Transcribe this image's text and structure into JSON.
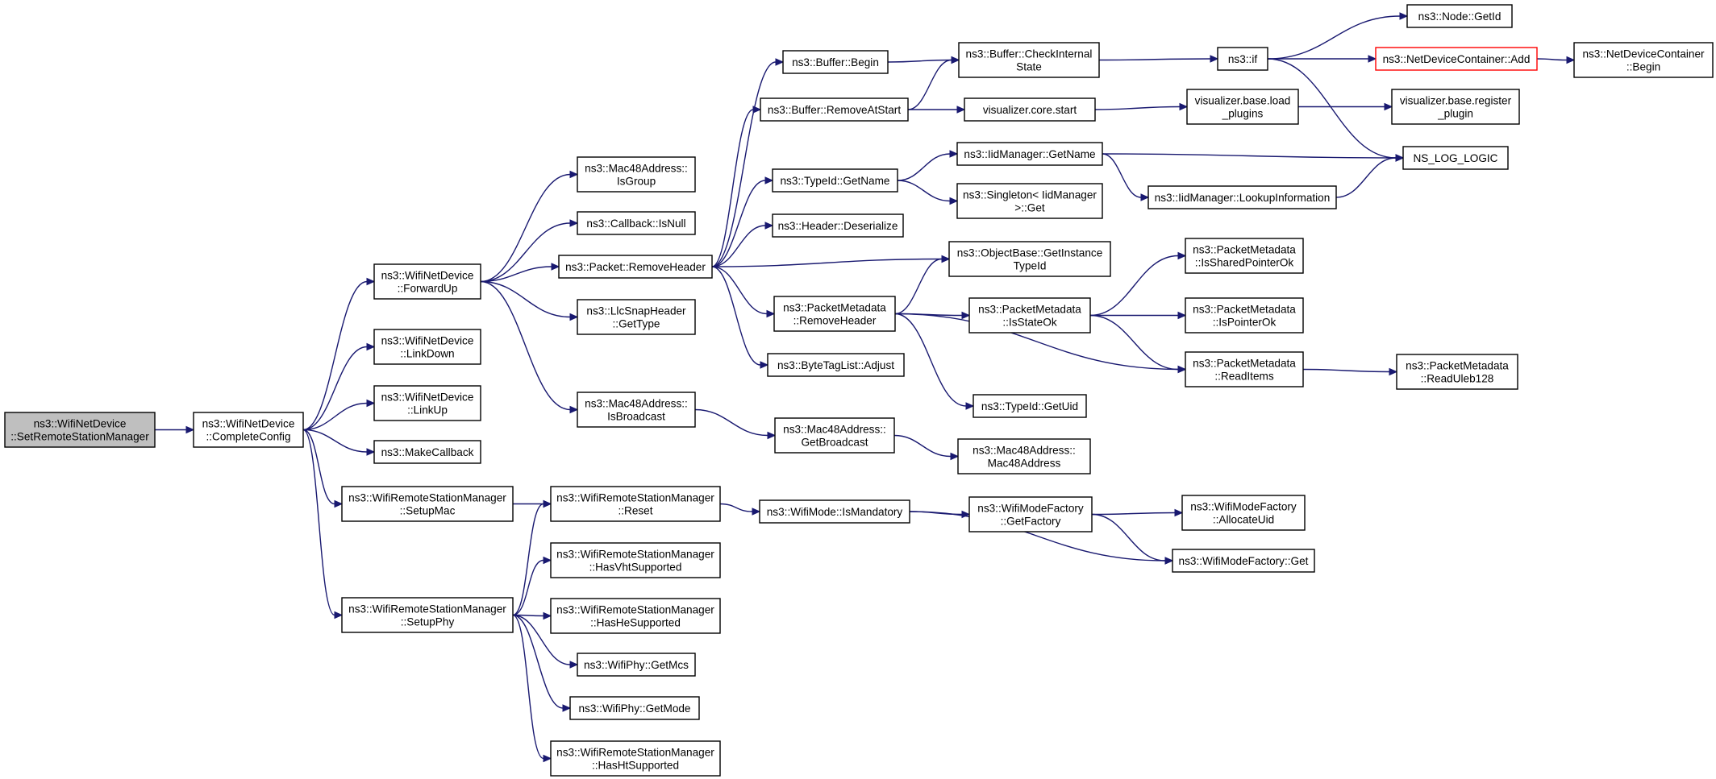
{
  "colors": {
    "edge": "#191970",
    "node_border": "#000000",
    "highlight_border": "#ff0000",
    "root_fill": "#bfbfbf"
  },
  "nodes": [
    {
      "id": "setremote",
      "lines": [
        "ns3::WifiNetDevice",
        "::SetRemoteStationManager"
      ],
      "style": "root"
    },
    {
      "id": "completeconfig",
      "lines": [
        "ns3::WifiNetDevice",
        "::CompleteConfig"
      ]
    },
    {
      "id": "forwardup",
      "lines": [
        "ns3::WifiNetDevice",
        "::ForwardUp"
      ]
    },
    {
      "id": "linkdown",
      "lines": [
        "ns3::WifiNetDevice",
        "::LinkDown"
      ]
    },
    {
      "id": "linkup",
      "lines": [
        "ns3::WifiNetDevice",
        "::LinkUp"
      ]
    },
    {
      "id": "makecallback",
      "lines": [
        "ns3::MakeCallback"
      ]
    },
    {
      "id": "setupmac",
      "lines": [
        "ns3::WifiRemoteStationManager",
        "::SetupMac"
      ]
    },
    {
      "id": "setupphy",
      "lines": [
        "ns3::WifiRemoteStationManager",
        "::SetupPhy"
      ]
    },
    {
      "id": "isgroup",
      "lines": [
        "ns3::Mac48Address::",
        "IsGroup"
      ]
    },
    {
      "id": "isnull",
      "lines": [
        "ns3::Callback::IsNull"
      ]
    },
    {
      "id": "pkt_removeheader",
      "lines": [
        "ns3::Packet::RemoveHeader"
      ]
    },
    {
      "id": "llcgettype",
      "lines": [
        "ns3::LlcSnapHeader",
        "::GetType"
      ]
    },
    {
      "id": "isbroadcast",
      "lines": [
        "ns3::Mac48Address::",
        "IsBroadcast"
      ]
    },
    {
      "id": "reset",
      "lines": [
        "ns3::WifiRemoteStationManager",
        "::Reset"
      ]
    },
    {
      "id": "hasvht",
      "lines": [
        "ns3::WifiRemoteStationManager",
        "::HasVhtSupported"
      ]
    },
    {
      "id": "hashe",
      "lines": [
        "ns3::WifiRemoteStationManager",
        "::HasHeSupported"
      ]
    },
    {
      "id": "getmcs",
      "lines": [
        "ns3::WifiPhy::GetMcs"
      ]
    },
    {
      "id": "getmode",
      "lines": [
        "ns3::WifiPhy::GetMode"
      ]
    },
    {
      "id": "hasht",
      "lines": [
        "ns3::WifiRemoteStationManager",
        "::HasHtSupported"
      ]
    },
    {
      "id": "bufbegin",
      "lines": [
        "ns3::Buffer::Begin"
      ]
    },
    {
      "id": "bufremoveatstart",
      "lines": [
        "ns3::Buffer::RemoveAtStart"
      ]
    },
    {
      "id": "typeid_getname",
      "lines": [
        "ns3::TypeId::GetName"
      ]
    },
    {
      "id": "hdr_deserialize",
      "lines": [
        "ns3::Header::Deserialize"
      ]
    },
    {
      "id": "pm_removeheader",
      "lines": [
        "ns3::PacketMetadata",
        "::RemoveHeader"
      ]
    },
    {
      "id": "bytetag_adjust",
      "lines": [
        "ns3::ByteTagList::Adjust"
      ]
    },
    {
      "id": "getbroadcast",
      "lines": [
        "ns3::Mac48Address::",
        "GetBroadcast"
      ]
    },
    {
      "id": "ismandatory",
      "lines": [
        "ns3::WifiMode::IsMandatory"
      ]
    },
    {
      "id": "checkinternal",
      "lines": [
        "ns3::Buffer::CheckInternal",
        "State"
      ]
    },
    {
      "id": "viz_core_start",
      "lines": [
        "visualizer.core.start"
      ]
    },
    {
      "id": "iid_getname",
      "lines": [
        "ns3::IidManager::GetName"
      ]
    },
    {
      "id": "singleton_get",
      "lines": [
        "ns3::Singleton< IidManager",
        " >::Get"
      ]
    },
    {
      "id": "getinstancetypeid",
      "lines": [
        "ns3::ObjectBase::GetInstance",
        "TypeId"
      ]
    },
    {
      "id": "isstateok",
      "lines": [
        "ns3::PacketMetadata",
        "::IsStateOk"
      ]
    },
    {
      "id": "typeid_getuid",
      "lines": [
        "ns3::TypeId::GetUid"
      ]
    },
    {
      "id": "mac48address",
      "lines": [
        "ns3::Mac48Address::",
        "Mac48Address"
      ]
    },
    {
      "id": "getfactory",
      "lines": [
        "ns3::WifiModeFactory",
        "::GetFactory"
      ]
    },
    {
      "id": "ns3_if",
      "lines": [
        "ns3::if"
      ]
    },
    {
      "id": "viz_load_plugins",
      "lines": [
        "visualizer.base.load",
        "_plugins"
      ]
    },
    {
      "id": "lookupinfo",
      "lines": [
        "ns3::IidManager::LookupInformation"
      ]
    },
    {
      "id": "issharedptrok",
      "lines": [
        "ns3::PacketMetadata",
        "::IsSharedPointerOk"
      ]
    },
    {
      "id": "ispointerok",
      "lines": [
        "ns3::PacketMetadata",
        "::IsPointerOk"
      ]
    },
    {
      "id": "readitems",
      "lines": [
        "ns3::PacketMetadata",
        "::ReadItems"
      ]
    },
    {
      "id": "allocateuid",
      "lines": [
        "ns3::WifiModeFactory",
        "::AllocateUid"
      ]
    },
    {
      "id": "factory_get",
      "lines": [
        "ns3::WifiModeFactory::Get"
      ]
    },
    {
      "id": "node_getid",
      "lines": [
        "ns3::Node::GetId"
      ]
    },
    {
      "id": "ndc_add",
      "lines": [
        "ns3::NetDeviceContainer::Add"
      ],
      "style": "red"
    },
    {
      "id": "viz_register_plugin",
      "lines": [
        "visualizer.base.register",
        "_plugin"
      ]
    },
    {
      "id": "ns_log_logic",
      "lines": [
        "NS_LOG_LOGIC"
      ]
    },
    {
      "id": "readuleb128",
      "lines": [
        "ns3::PacketMetadata",
        "::ReadUleb128"
      ]
    },
    {
      "id": "ndc_begin",
      "lines": [
        "ns3::NetDeviceContainer",
        "::Begin"
      ]
    }
  ],
  "edges": [
    [
      "setremote",
      "completeconfig"
    ],
    [
      "completeconfig",
      "forwardup"
    ],
    [
      "completeconfig",
      "linkdown"
    ],
    [
      "completeconfig",
      "linkup"
    ],
    [
      "completeconfig",
      "makecallback"
    ],
    [
      "completeconfig",
      "setupmac"
    ],
    [
      "completeconfig",
      "setupphy"
    ],
    [
      "forwardup",
      "isgroup"
    ],
    [
      "forwardup",
      "isnull"
    ],
    [
      "forwardup",
      "pkt_removeheader"
    ],
    [
      "forwardup",
      "llcgettype"
    ],
    [
      "forwardup",
      "isbroadcast"
    ],
    [
      "setupmac",
      "reset"
    ],
    [
      "setupphy",
      "reset"
    ],
    [
      "setupphy",
      "hasvht"
    ],
    [
      "setupphy",
      "hashe"
    ],
    [
      "setupphy",
      "getmcs"
    ],
    [
      "setupphy",
      "getmode"
    ],
    [
      "setupphy",
      "hasht"
    ],
    [
      "pkt_removeheader",
      "bufbegin"
    ],
    [
      "pkt_removeheader",
      "bufremoveatstart"
    ],
    [
      "pkt_removeheader",
      "typeid_getname"
    ],
    [
      "pkt_removeheader",
      "hdr_deserialize"
    ],
    [
      "pkt_removeheader",
      "getinstancetypeid"
    ],
    [
      "pkt_removeheader",
      "pm_removeheader"
    ],
    [
      "pkt_removeheader",
      "bytetag_adjust"
    ],
    [
      "isbroadcast",
      "getbroadcast"
    ],
    [
      "reset",
      "ismandatory"
    ],
    [
      "bufbegin",
      "checkinternal"
    ],
    [
      "bufremoveatstart",
      "checkinternal"
    ],
    [
      "bufremoveatstart",
      "viz_core_start"
    ],
    [
      "typeid_getname",
      "iid_getname"
    ],
    [
      "typeid_getname",
      "singleton_get"
    ],
    [
      "pm_removeheader",
      "getinstancetypeid"
    ],
    [
      "pm_removeheader",
      "isstateok"
    ],
    [
      "pm_removeheader",
      "typeid_getuid"
    ],
    [
      "pm_removeheader",
      "readitems"
    ],
    [
      "getbroadcast",
      "mac48address"
    ],
    [
      "ismandatory",
      "getfactory"
    ],
    [
      "ismandatory",
      "factory_get"
    ],
    [
      "checkinternal",
      "ns3_if"
    ],
    [
      "viz_core_start",
      "viz_load_plugins"
    ],
    [
      "iid_getname",
      "ns_log_logic"
    ],
    [
      "iid_getname",
      "lookupinfo"
    ],
    [
      "isstateok",
      "issharedptrok"
    ],
    [
      "isstateok",
      "ispointerok"
    ],
    [
      "isstateok",
      "readitems"
    ],
    [
      "getfactory",
      "allocateuid"
    ],
    [
      "getfactory",
      "factory_get"
    ],
    [
      "ns3_if",
      "node_getid"
    ],
    [
      "ns3_if",
      "ndc_add"
    ],
    [
      "ns3_if",
      "ns_log_logic"
    ],
    [
      "viz_load_plugins",
      "viz_register_plugin"
    ],
    [
      "lookupinfo",
      "ns_log_logic"
    ],
    [
      "readitems",
      "readuleb128"
    ],
    [
      "ndc_add",
      "ndc_begin"
    ]
  ]
}
